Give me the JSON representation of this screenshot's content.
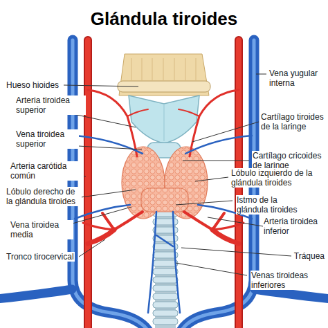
{
  "diagram": {
    "title": "Glándula tiroides",
    "labels": [
      "Hueso hioides",
      "Vena yugular interna",
      "Arteria tiroidea superior",
      "Cartílago tiroides de la laringe",
      "Vena tiroidea superior",
      "Cartílago cricoides de laringe",
      "Arteria carótida común",
      "Lóbulo izquierdo de la glándula tiroides",
      "Lóbulo derecho de la glándula tiroides",
      "Istmo de la glándula tiroides",
      "Vena tiroidea media",
      "Arteria tiroidea inferior",
      "Tronco tirocervical",
      "Tráquea",
      "Venas tiroideas inferiores"
    ]
  }
}
